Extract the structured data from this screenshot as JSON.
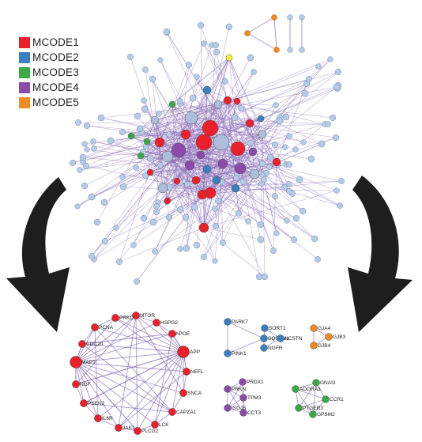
{
  "colors": {
    "MCODE1": "#e8212b",
    "MCODE2": "#3a7fbf",
    "MCODE3": "#3aa846",
    "MCODE4": "#8d4aa8",
    "MCODE5": "#f08a22",
    "background_node": "#b6cbe6",
    "hub_node": "#adbedd",
    "highlight_node": "#f5f23a",
    "edge": "#8a6cb8",
    "arrow": "#1e1e1e"
  },
  "legend": {
    "items": [
      {
        "label": "MCODE1",
        "cluster": "MCODE1"
      },
      {
        "label": "MCODE2",
        "cluster": "MCODE2"
      },
      {
        "label": "MCODE3",
        "cluster": "MCODE3"
      },
      {
        "label": "MCODE4",
        "cluster": "MCODE4"
      },
      {
        "label": "MCODE5",
        "cluster": "MCODE5"
      }
    ]
  },
  "clusters": {
    "MCODE1": {
      "nodes": [
        "MTOR",
        "HSPG2",
        "APOE",
        "APP",
        "NEFL",
        "SNCA",
        "CAPZA1",
        "LCK",
        "PLCG2",
        "JAK1",
        "IL6R",
        "PSEN2",
        "NGF",
        "MAPT",
        "CDC20",
        "PCNA",
        "PRKC"
      ],
      "large_nodes": [
        "MAPT",
        "APP"
      ]
    },
    "MCODE2": {
      "nodes": [
        "PARK7",
        "SORT1",
        "SQSTM1",
        "NCSTN",
        "NGFR",
        "PINK1"
      ],
      "edges": [
        [
          "PARK7",
          "SQSTM1"
        ],
        [
          "PARK7",
          "PINK1"
        ],
        [
          "SQSTM1",
          "PINK1"
        ],
        [
          "SQSTM1",
          "SORT1"
        ],
        [
          "SQSTM1",
          "NCSTN"
        ],
        [
          "SQSTM1",
          "NGFR"
        ],
        [
          "SORT1",
          "NCSTN"
        ],
        [
          "NGFR",
          "NCSTN"
        ]
      ]
    },
    "MCODE3": {
      "nodes": [
        "GNAI3",
        "ADORA3",
        "CCR1",
        "PTGER3",
        "GPSM2"
      ],
      "edges": [
        [
          "GNAI3",
          "ADORA3"
        ],
        [
          "GNAI3",
          "CCR1"
        ],
        [
          "GNAI3",
          "PTGER3"
        ],
        [
          "GNAI3",
          "GPSM2"
        ],
        [
          "ADORA3",
          "CCR1"
        ],
        [
          "ADORA3",
          "PTGER3"
        ],
        [
          "ADORA3",
          "GPSM2"
        ],
        [
          "CCR1",
          "PTGER3"
        ],
        [
          "CCR1",
          "GPSM2"
        ],
        [
          "PTGER3",
          "GPSM2"
        ]
      ]
    },
    "MCODE4": {
      "nodes": [
        "PRDX1",
        "PRKN",
        "TPM3",
        "ISG15",
        "CCT3"
      ],
      "edges": [
        [
          "PRDX1",
          "PRKN"
        ],
        [
          "PRDX1",
          "TPM3"
        ],
        [
          "PRDX1",
          "ISG15"
        ],
        [
          "PRDX1",
          "CCT3"
        ],
        [
          "PRKN",
          "TPM3"
        ],
        [
          "PRKN",
          "ISG15"
        ],
        [
          "PRKN",
          "CCT3"
        ],
        [
          "TPM3",
          "ISG15"
        ],
        [
          "TPM3",
          "CCT3"
        ],
        [
          "ISG15",
          "CCT3"
        ]
      ]
    },
    "MCODE5": {
      "nodes": [
        "GJA4",
        "GJB3",
        "GJB4"
      ],
      "edges": [
        [
          "GJA4",
          "GJB3"
        ],
        [
          "GJA4",
          "GJB4"
        ],
        [
          "GJB3",
          "GJB4"
        ]
      ]
    }
  }
}
